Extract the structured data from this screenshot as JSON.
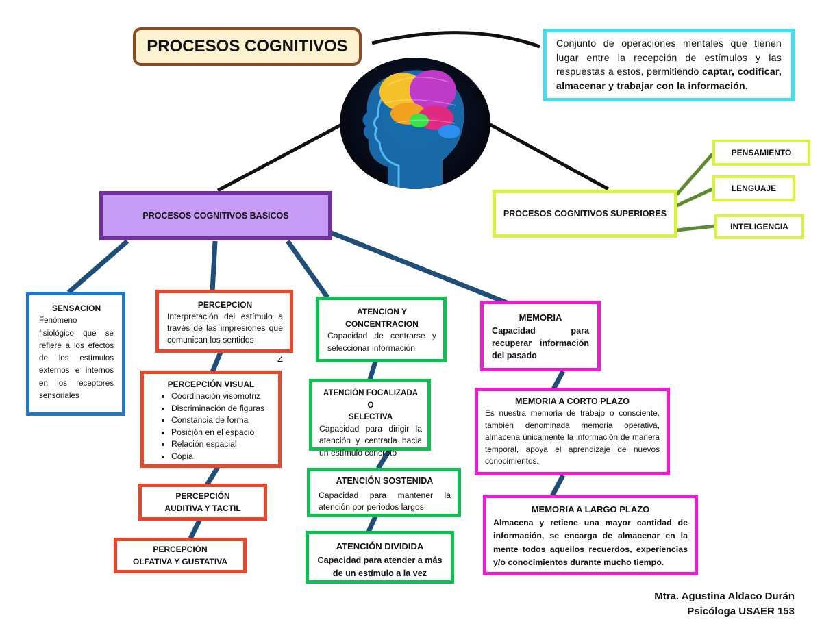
{
  "title": "PROCESOS COGNITIVOS",
  "definition": {
    "lead": "Conjunto de operaciones mentales que tienen lugar entre la recepción de estímulos y las respuestas a estos, permitiendo ",
    "bold": "captar, codificar, almacenar y trabajar con la información."
  },
  "superiores": {
    "label": "PROCESOS COGNITIVOS SUPERIORES",
    "items": [
      "PENSAMIENTO",
      "LENGUAJE",
      "INTELIGENCIA"
    ]
  },
  "basicos": {
    "label": "PROCESOS COGNITIVOS BASICOS"
  },
  "sensacion": {
    "title": "SENSACION",
    "text": "Fenómeno fisiológico que se refiere a los efectos de los estímulos externos e internos en los receptores sensoriales"
  },
  "percepcion": {
    "title": "PERCEPCION",
    "text": "Interpretación del estímulo a través de las impresiones que comunican los sentidos",
    "stray_mark": "Z",
    "visual": {
      "title": "PERCEPCIÓN VISUAL",
      "items": [
        "Coordinación visomotriz",
        "Discriminación de figuras",
        "Constancia de forma",
        "Posición en el espacio",
        "Relación espacial",
        "Copia"
      ]
    },
    "auditiva": {
      "line1": "PERCEPCIÓN",
      "line2": "AUDITIVA Y TACTIL"
    },
    "olfativa": {
      "line1": "PERCEPCIÓN",
      "line2": "OLFATIVA Y GUSTATIVA"
    }
  },
  "atencion": {
    "title1": "ATENCION Y",
    "title2": "CONCENTRACION",
    "text": "Capacidad de centrarse y seleccionar información",
    "focalizada": {
      "title1": "ATENCIÓN FOCALIZADA O",
      "title2": "SELECTIVA",
      "text": "Capacidad para dirigir la atención y centrarla hacia un estímulo concreto"
    },
    "sostenida": {
      "title": "ATENCIÓN SOSTENIDA",
      "text": "Capacidad para mantener la atención por periodos largos"
    },
    "dividida": {
      "title": "ATENCIÓN DIVIDIDA",
      "text": "Capacidad para atender a más de un estímulo a la vez"
    }
  },
  "memoria": {
    "title": "MEMORIA",
    "text": "Capacidad para recuperar información del pasado",
    "corto": {
      "title": "MEMORIA A CORTO PLAZO",
      "text": "Es nuestra memoria de trabajo o consciente, también denominada memoria operativa, almacena únicamente la información de manera temporal, apoya el aprendizaje de nuevos conocimientos."
    },
    "largo": {
      "title": "MEMORIA A LARGO PLAZO",
      "text": "Almacena y retiene una mayor cantidad de información, se encarga de almacenar en la mente todos aquellos recuerdos, experiencias y/o conocimientos durante mucho tiempo."
    }
  },
  "author": {
    "name": "Mtra. Agustina Aldaco Durán",
    "role": "Psicóloga USAER 153"
  },
  "colors": {
    "title_border": "#8b4a1f",
    "title_fill": "#fdf2d0",
    "definition_border": "#3fe0ee",
    "basicos_border": "#7030a0",
    "basicos_fill": "#c79cf7",
    "superiores_border": "#d8f241",
    "sensacion_border": "#1f78c8",
    "percepcion_border": "#e8472a",
    "atencion_border": "#0fbf4f",
    "memoria_border": "#e81ed0",
    "connector_blue": "#1f4e79",
    "connector_green": "#5b8a2e",
    "connector_black": "#111111"
  },
  "icons": {
    "center_image": "brain-head-illustration"
  }
}
